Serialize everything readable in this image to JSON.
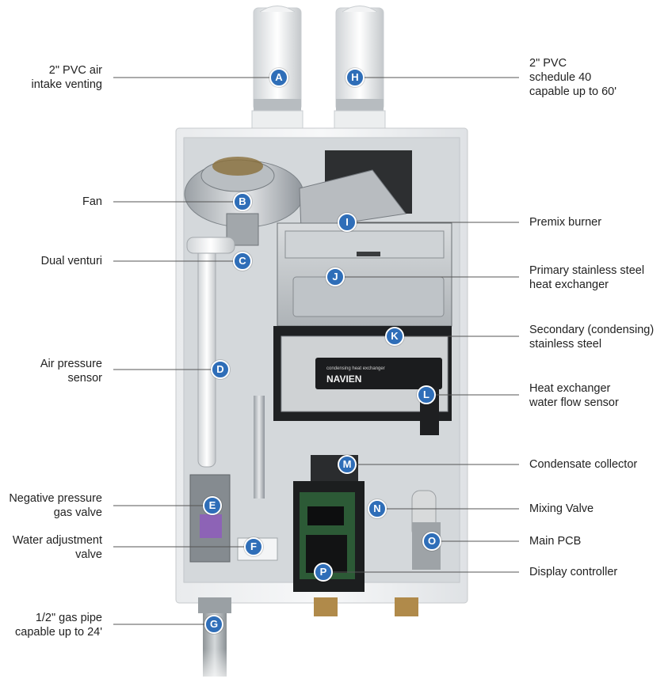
{
  "accent_color": "#2f6eb8",
  "callouts": [
    {
      "id": "A",
      "lines": [
        "2\" PVC air",
        "intake venting"
      ],
      "side": "left"
    },
    {
      "id": "H",
      "lines": [
        "2\" PVC",
        "schedule 40",
        "capable up to 60'"
      ],
      "side": "right"
    },
    {
      "id": "B",
      "lines": [
        "Fan"
      ],
      "side": "left"
    },
    {
      "id": "I",
      "lines": [
        "Premix burner"
      ],
      "side": "right"
    },
    {
      "id": "C",
      "lines": [
        "Dual venturi"
      ],
      "side": "left"
    },
    {
      "id": "J",
      "lines": [
        "Primary stainless steel",
        "heat exchanger"
      ],
      "side": "right"
    },
    {
      "id": "K",
      "lines": [
        "Secondary (condensing)",
        "stainless steel"
      ],
      "side": "right"
    },
    {
      "id": "D",
      "lines": [
        "Air pressure",
        "sensor"
      ],
      "side": "left"
    },
    {
      "id": "L",
      "lines": [
        "Heat exchanger",
        "water flow sensor"
      ],
      "side": "right"
    },
    {
      "id": "M",
      "lines": [
        "Condensate collector"
      ],
      "side": "right"
    },
    {
      "id": "E",
      "lines": [
        "Negative pressure",
        "gas valve"
      ],
      "side": "left"
    },
    {
      "id": "N",
      "lines": [
        "Mixing Valve"
      ],
      "side": "right"
    },
    {
      "id": "F",
      "lines": [
        "Water adjustment",
        "valve"
      ],
      "side": "left"
    },
    {
      "id": "O",
      "lines": [
        "Main PCB"
      ],
      "side": "right"
    },
    {
      "id": "P",
      "lines": [
        "Display controller"
      ],
      "side": "right"
    },
    {
      "id": "G",
      "lines": [
        "1/2\" gas pipe",
        "capable up to 24'"
      ],
      "side": "left"
    }
  ],
  "unit_brand": "NAVIEN",
  "unit_tagline": "condensing heat exchanger"
}
